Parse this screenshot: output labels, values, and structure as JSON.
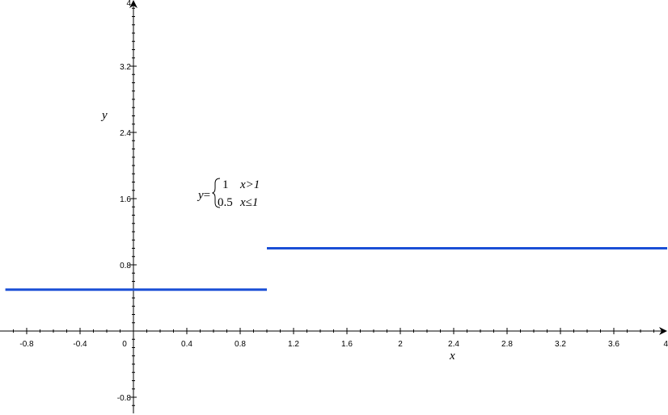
{
  "chart_data": {
    "type": "line",
    "title": "",
    "xlabel": "x",
    "ylabel": "y",
    "xlim": [
      -0.96,
      4.0
    ],
    "ylim": [
      -0.98,
      4.0
    ],
    "x_tick_labels": [
      "-0.8",
      "-0.4",
      "0",
      "0.4",
      "0.8",
      "1.2",
      "1.6",
      "2",
      "2.4",
      "2.8",
      "3.2",
      "3.6",
      "4"
    ],
    "y_tick_labels": [
      "0.8",
      "1.6",
      "2.4",
      "3.2",
      "4",
      "-0.8"
    ],
    "grid": false,
    "series": [
      {
        "color": "#1a4fd6",
        "segments": [
          {
            "x": [
              -0.96,
              1.0
            ],
            "y": [
              0.5,
              0.5
            ]
          },
          {
            "x": [
              1.0,
              4.0
            ],
            "y": [
              1.0,
              1.0
            ]
          }
        ]
      }
    ],
    "annotation": {
      "lhs": "y=",
      "cases": [
        {
          "value": "1",
          "condition": "x>1"
        },
        {
          "value": "0.5",
          "condition": "x≤1"
        }
      ]
    }
  }
}
